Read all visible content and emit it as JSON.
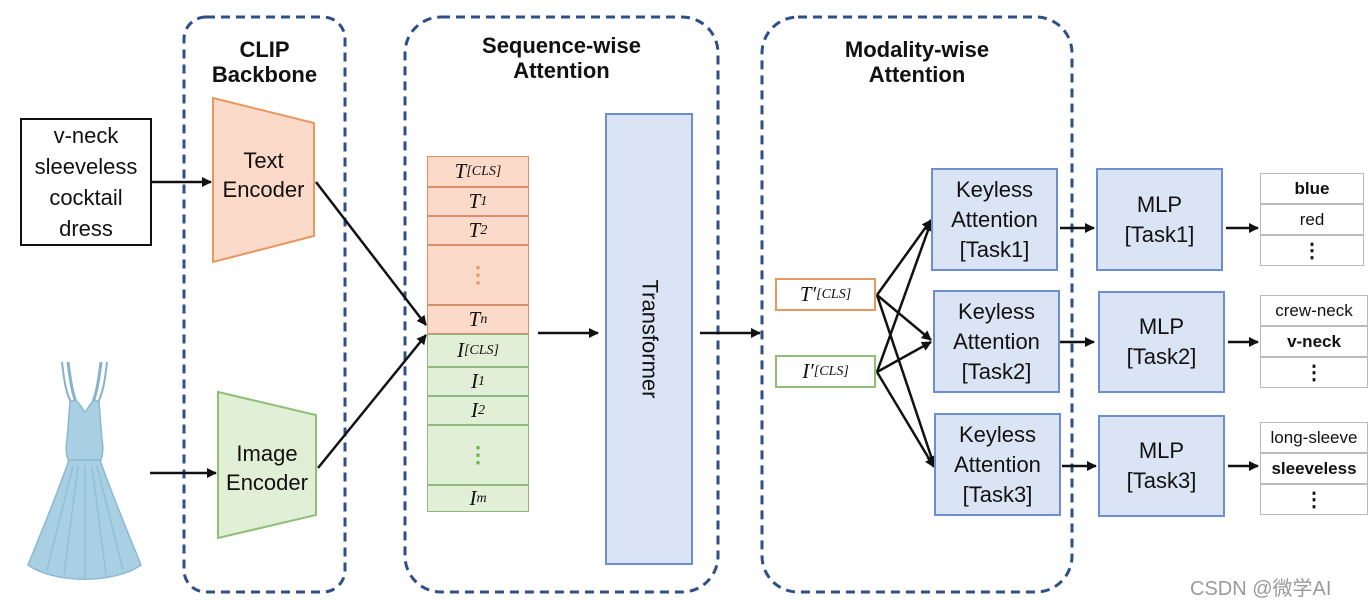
{
  "groups": {
    "clip": "CLIP\nBackbone",
    "sequence": "Sequence-wise\nAttention",
    "modality": "Modality-wise\nAttention"
  },
  "input_text": "v-neck\nsleeveless\ncocktail\ndress",
  "encoders": {
    "text": "Text\nEncoder",
    "image": "Image\nEncoder"
  },
  "text_tokens": [
    {
      "base": "T",
      "sub": "[CLS]"
    },
    {
      "base": "T",
      "sub": "1"
    },
    {
      "base": "T",
      "sub": "2"
    },
    {
      "base": "",
      "sub": "",
      "dots": true
    },
    {
      "base": "T",
      "sub": "n"
    }
  ],
  "image_tokens": [
    {
      "base": "I",
      "sub": "[CLS]"
    },
    {
      "base": "I",
      "sub": "1"
    },
    {
      "base": "I",
      "sub": "2"
    },
    {
      "base": "",
      "sub": "",
      "dots": true
    },
    {
      "base": "I",
      "sub": "m"
    }
  ],
  "transformer_label": "Transformer",
  "cls_tokens": {
    "text": {
      "base": "T′",
      "sub": "[CLS]"
    },
    "image": {
      "base": "I′",
      "sub": "[CLS]"
    }
  },
  "keyless": [
    "Keyless\nAttention\n[Task1]",
    "Keyless\nAttention\n[Task2]",
    "Keyless\nAttention\n[Task3]"
  ],
  "mlp": [
    "MLP\n[Task1]",
    "MLP\n[Task2]",
    "MLP\n[Task3]"
  ],
  "outputs": [
    {
      "items": [
        "blue",
        "red",
        "⋮"
      ],
      "selected": 0
    },
    {
      "items": [
        "crew-neck",
        "v-neck",
        "⋮"
      ],
      "selected": 1
    },
    {
      "items": [
        "long-sleeve",
        "sleeveless",
        "⋮"
      ],
      "selected": 1
    }
  ],
  "watermark": "CSDN @微学AI",
  "colors": {
    "group_border": "#2f4f8a",
    "text_encoder_fill": "#fbdac9",
    "text_encoder_stroke": "#e8975f",
    "image_encoder_fill": "#e0efd6",
    "image_encoder_stroke": "#8fbf75",
    "block_fill": "#dbe4f4",
    "block_stroke": "#6c90cf",
    "dress": "#a9cfe3",
    "dots_orange": "#e8975f",
    "dots_green": "#6ab04c"
  },
  "icons": {
    "dress": "dress-icon"
  }
}
